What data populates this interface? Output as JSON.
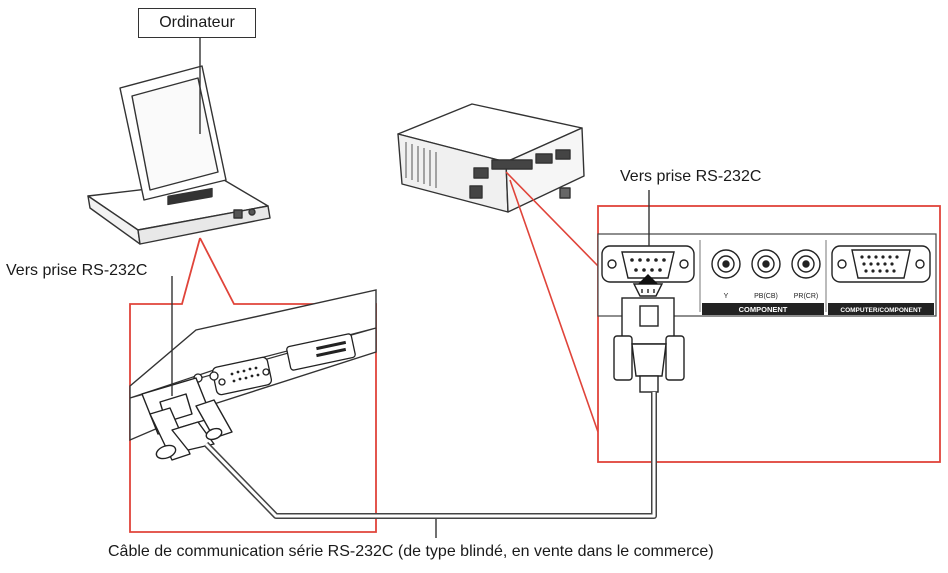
{
  "labels": {
    "computer": "Ordinateur",
    "projector_port": "Vers prise RS-232C",
    "computer_port": "Vers prise RS-232C",
    "cable": "Câble de communication série RS-232C (de type blindé, en vente dans le commerce)"
  },
  "panel": {
    "jack_y": "Y",
    "jack_pb": "PB(CB)",
    "jack_pr": "PR(CR)",
    "component_strip": "COMPONENT",
    "computer_strip": "COMPUTER/COMPONENT"
  },
  "colors": {
    "callout_red": "#e0443a",
    "line": "#333333",
    "strip": "#222222"
  }
}
